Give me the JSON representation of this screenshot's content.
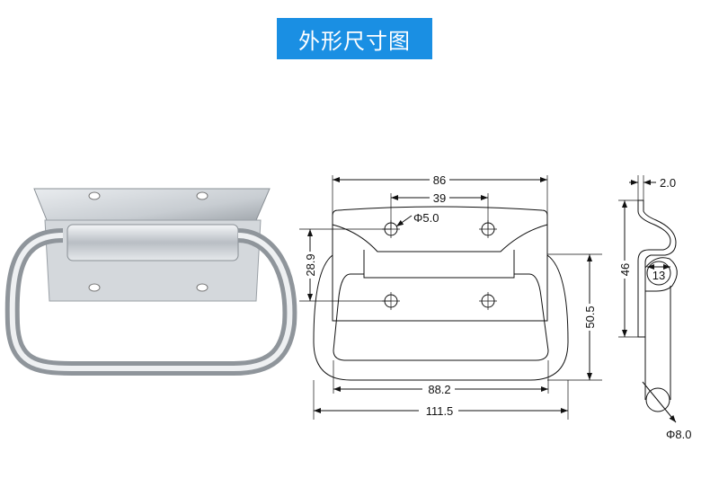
{
  "title": "外形尺寸图",
  "dimensions": {
    "overall_plate_width": "86",
    "hole_spacing": "39",
    "hole_diameter": "Φ5.0",
    "hole_vertical_spacing": "28.9",
    "handle_depth": "50.5",
    "inner_handle_width": "88.2",
    "overall_width": "111.5",
    "thickness": "2.0",
    "side_height": "46",
    "curl_diameter": "13",
    "rod_diameter": "Φ8.0"
  },
  "colors": {
    "banner": "#1a8fe3",
    "line": "#111111"
  }
}
